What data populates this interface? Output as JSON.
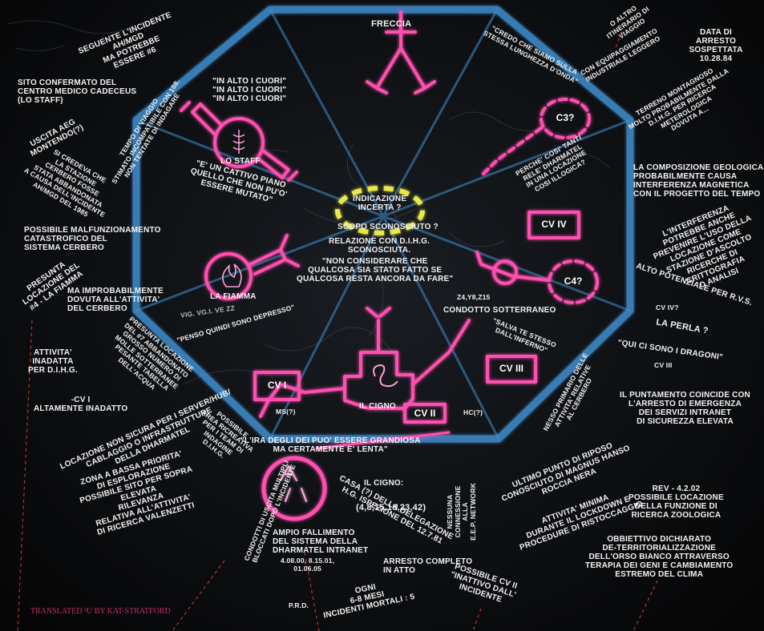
{
  "labels": {
    "freccia": "FRECCIA",
    "lo_staff": "LO STAFF",
    "la_fiamma": "LA FIAMMA",
    "il_cigno": "IL CIGNO",
    "cv_i": "CV I",
    "cv_ii": "CV II",
    "cv_iii": "CV III",
    "cv_iv": "CV IV",
    "c3": "C3?",
    "c4": "C4?",
    "ms": "MS(?)",
    "hc": "HC(?)",
    "indicazione": "INDICAZIONE\nINCERTA ?",
    "scopo": "SCOPO SCONOSCIUTO ?",
    "relazione": "RELAZIONE CON D.I.H.G.\nSCONOSCIUTA.",
    "non_considerare": "\"NON CONSIDERARE CHE\nQUALCOSA SIA STATO FATTO SE\nQUALCOSA RESTA ANCORA DA FARE\"",
    "in_alto": "\"IN ALTO I CUORI\"\n\"IN ALTO I CUORI\"\n\"IN ALTO I CUORI\"",
    "cattivo_piano": "\"E' UN CATTIVO PIANO\nQUELLO CHE NON PU'O'\nESSERE MUTATO\"",
    "penso": "\"PENSO QUINDI SONO DEPRESSO\"",
    "ira": "\"L'IRA DEGLI DEI PUO' ESSERE GRANDIOSA\nMA CERTAMENTE E' LENTA\"",
    "z4": "Z4,Y8,Z15",
    "condotto": "CONDOTTO SOTTERRANEO",
    "salva": "\"SALVA TE STESSO\nDALL'INFERNO\"",
    "credo": "\"CREDO CHE SIAMO SULLA\nSTESSA LUNGHEZZA D'ONDA\"",
    "altro_itinerario": "O ALTRO\nITINERARIO DI\nVIAGGIO",
    "con_equip": "CON EQUIPAGGIAMENTO\nINDUSTRIALE LEGGERO",
    "data_arresto": "DATA DI\nARRESTO SOSPETTATA\n10.28.84",
    "terreno": "TERRENO MONTAGNOSO\nMOLTO PROBABILMENTE DALLA\nD.I.H.G. PER RICERCA\nMETEROLOGICA\nDOVUTA A...",
    "composizione": "LA COMPOSIZIONE GEOLOGICA\nPROBABILMENTE CAUSA\nINTERFERENZA MAGNETICA\nCON IL PROGETTO DEL TEMPO",
    "interferenza": "L'INTERFERENZA\nPOTREBBE ANCHE\nPREVENIRE L'USO DELLA\nLOCAZIONE COME\nSTAZIONE D'ASCOLTO\nRICERCHE DI CRITTOGRAFIA\nO ANALISI",
    "alto_potenziale": "ALTO POTENZIALE PER R.V.S.",
    "cv_iv_q": "CV IV?",
    "la_perla": "LA PERLA ?",
    "dragoni": "\"QUI CI SONO I DRAGONI\"",
    "cv_iii_small": "CV III",
    "puntamento": "IL PUNTAMENTO COINCIDE CON\nL'ARRESTO DI EMERGENZA\nDEI SERVIZI INTRANET\nDI SICUREZZA ELEVATA",
    "perche": "PERCHE' COSI' TANTI\nRELE' DHARMATEL\nIN UNA LOCAZIONE\nCOSI ILLOGICA?",
    "seguente": "SEGUENTE L'INCIDENTE\nAH/MGD\nMA POTREBBE\nESSERE #6",
    "sito": "SITO CONFERMATO DEL\nCENTRO MEDICO CADECEUS\n(LO STAFF)",
    "uscita": "USCITA AEG\nMONTENDO(?)",
    "tempo_viaggio": "TEMPO DI VIAGGIO\nSTIMATO INCOMPATIBILE CON 108.\nNON TENTATE DI INDAGARE",
    "si_credeva": "SI CREDEVA CHE\nLA STAZIONE\nCERBERO FOSSE\nSTATA ABBANDONATA\nA CAUSA DELL'INCIDENTE\nAH/MGD DEL 1985",
    "possibile_malf": "POSSIBILE MALFUNZIONAMENTO\nCATASTROFICO DEL\nSISTEMA CERBERO",
    "presunta_loc": "PRESUNTA\nLOCAZIONE DEL\n#4 - LA FIAMMA",
    "improbabilmente": "MA IMPROBABILMENTE\nDOVUTA ALL'ATTIVITA'\nDEL CERBERO",
    "attivita": "ATTIVITA'\nINADATTA\nPER D.I.H.G.",
    "presunta_7": "PRESUNTA LOCAZIONE\nDEL #7 ABBANDONATO\nGROSSO NUMERO DI\nMOLLE SOTTERRANEE\nPESANTE TABELLA\nDELL'ACQUA",
    "cv_i_inadatto": "-CV I\nALTAMENTE INADATTO",
    "locazione_non_sicura": "LOCAZIONE NON SICURA PER I SERVER/HUB/\nCABLAGGIO O INFRASTRUTTURE\nDELLA DHARMATEL",
    "possibile_area": "POSSIBILE\nAREA RICREATIVA\nPER I TEAM DI\nINDAGINE\nD.I.H.G.",
    "zona": "ZONA A BASSA PRIORITA'\nDI ESPLORAZIONE\nPOSSIBILE SITO PER SOPRA\nELEVATA\nRILEVANZA\nRELATIVA ALL'ATTIVITA'\nDI RICERCA VALENZETTI",
    "condotti": "CONDOTTI DI USCITA MULTIPLI\nBLOCCATI DOPO L'INCIDENTE",
    "il_cigno_code": "IL CIGNO:",
    "numbers": "(4,8,15,16,23,42)",
    "casa": "CASA (?) DELLA DELEGAZIONE\nH.G. ISPEZIONE DEL 12.7.81",
    "ampio": "AMPIO FALLIMENTO\nDEL SISTEMA DELLA\nDHARMATEL INTRANET",
    "dates": "4.08.00, 8.15.01,\n01.06.05",
    "arresto": "ARRESTO COMPLETO\nIN ATTO",
    "prd": "P.R.D.",
    "ogni": "OGNI\n6-8 MESI\nINCIDENTI MORTALI : 5",
    "nessuna": "NESSUNA\nCONNESSIONE\nALLA\nE.E.P. NETWORK",
    "nesso": "NESSO PRIMARIO DELLE\nATTIVITA' RELATIVE\nAL CERBERO",
    "ultimo": "ULTIMO PUNTO DI RIPOSO\nCONOSCIUTO DI MAGNUS HANSO\nROCCIA NERA",
    "attivita_minima": "ATTIVITA' MINIMA\nDURANTE IL LOCKDOWN E\nPROCEDURE DI RISTOCCAGGIO",
    "rev": "REV - 4.2.02\nPOSSIBILE LOCAZIONE\nDELLA FUNZIONE DI\nRICERCA ZOOLOGICA",
    "obbiettivo": "OBBIETTIVO DICHIARATO\nDE-TERRITORIALIZZAZIONE\nDELL'ORSO BIANCO ATTRAVERSO\nTERAPIA DEI GENI E CAMBIAMENTO\nESTREMO DEL CLIMA",
    "possibile_cv2": "POSSIBILE CV II\n\"INATTIVO DALL'\nINCIDENTE",
    "vig": "VIG. VG.I. VE ZZ"
  },
  "credit": "TRANSLATED ³U BY KAT-STRATFORD",
  "colors": {
    "neon_pink": "#ff4fb0",
    "octagon_blue": "#3f8fd0",
    "dashed_yellow": "#e8e84a",
    "text": "#f2f2f2",
    "credit": "#c0306a"
  },
  "icons": [
    "caduceus-icon",
    "flame-icon",
    "swan-icon",
    "hanso-logo-icon",
    "arrow-marker-icon"
  ]
}
